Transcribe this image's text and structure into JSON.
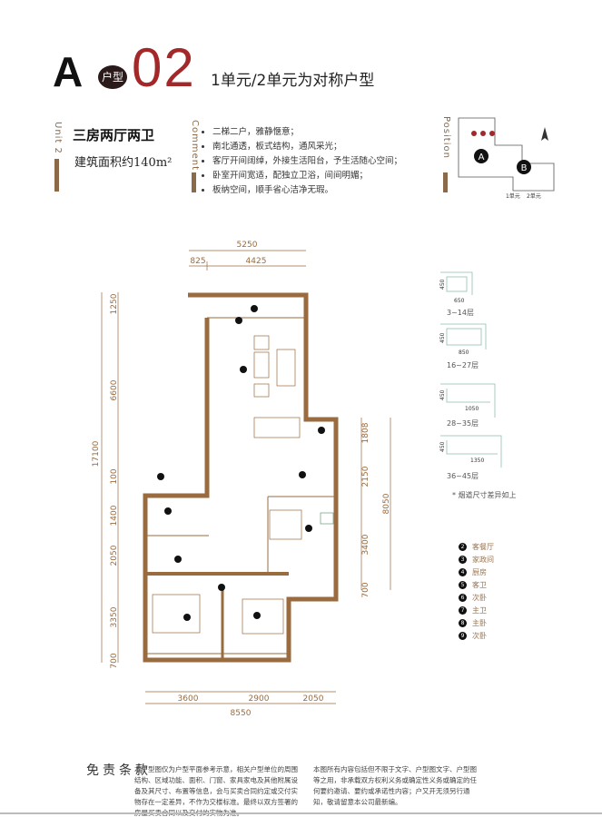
{
  "header": {
    "logo_letter": "A",
    "seal_text": "户型",
    "unit_number": "02",
    "subtitle": "1单元/2单元为对称户型"
  },
  "unit": {
    "vertical_label": "Unit 2",
    "title": "三房两厅两卫",
    "area": "建筑面积约140m²"
  },
  "comment": {
    "vertical_label": "Comment",
    "bullets": [
      "二梯二户，雅静惬意；",
      "南北通透，板式结构，通风采光；",
      "客厅开间阔绰，外接生活阳台，予生活随心空间；",
      "卧室开间宽适，配独立卫浴，间间明媚；",
      "板纳空间，顺手省心洁净无瑕。"
    ]
  },
  "position": {
    "vertical_label": "Position",
    "markers": [
      "A",
      "B"
    ],
    "units": [
      "1单元",
      "2单元"
    ]
  },
  "dimensions": {
    "top": [
      "5250",
      "825",
      "4425"
    ],
    "left_total": "17100",
    "left": [
      "1250",
      "6600",
      "100",
      "1400",
      "2050",
      "3350",
      "700"
    ],
    "right_total": "8050",
    "right": [
      "1808",
      "2150",
      "3400",
      "700"
    ],
    "bottom": [
      "3600",
      "2900",
      "2050"
    ],
    "bottom_total": "8550"
  },
  "flues": {
    "items": [
      {
        "floors": "3~14层",
        "width": "650",
        "depth": "450"
      },
      {
        "floors": "16~27层",
        "width": "850",
        "depth": "450"
      },
      {
        "floors": "28~35层",
        "width": "1050",
        "depth": "450"
      },
      {
        "floors": "36~45层",
        "width": "1350",
        "depth": "450"
      }
    ],
    "note": "* 烟道尺寸差异如上"
  },
  "legend": [
    {
      "n": "2",
      "label": "客餐厅"
    },
    {
      "n": "3",
      "label": "家政间"
    },
    {
      "n": "4",
      "label": "厨房"
    },
    {
      "n": "5",
      "label": "客卫"
    },
    {
      "n": "6",
      "label": "次卧"
    },
    {
      "n": "7",
      "label": "主卫"
    },
    {
      "n": "8",
      "label": "主卧"
    },
    {
      "n": "9",
      "label": "次卧"
    }
  ],
  "disclaimer": {
    "title": "免责条款",
    "left": "本户型图仅为户型平面参考示意，相关户型单位的周围结构、区域功能、面积、门窗、家具家电及其他附属设备及其尺寸、布置等信息，会与买卖合同约定或交付实物存在一定差异，不作为交楼标准。最终以双方签署的房屋买卖合同以及交付的实物为准。",
    "right": "本图所有内容包括但不限于文字、户型图文字、户型图等之用，非承载双方权利义务或确定性义务或确定的任何要约邀请、要约或承诺性内容；户又开无须另行通知，敬请留意本公司最新编。"
  },
  "colors": {
    "accent": "#a3282a",
    "wall": "#9a6b3e",
    "label": "#8a6a48"
  }
}
